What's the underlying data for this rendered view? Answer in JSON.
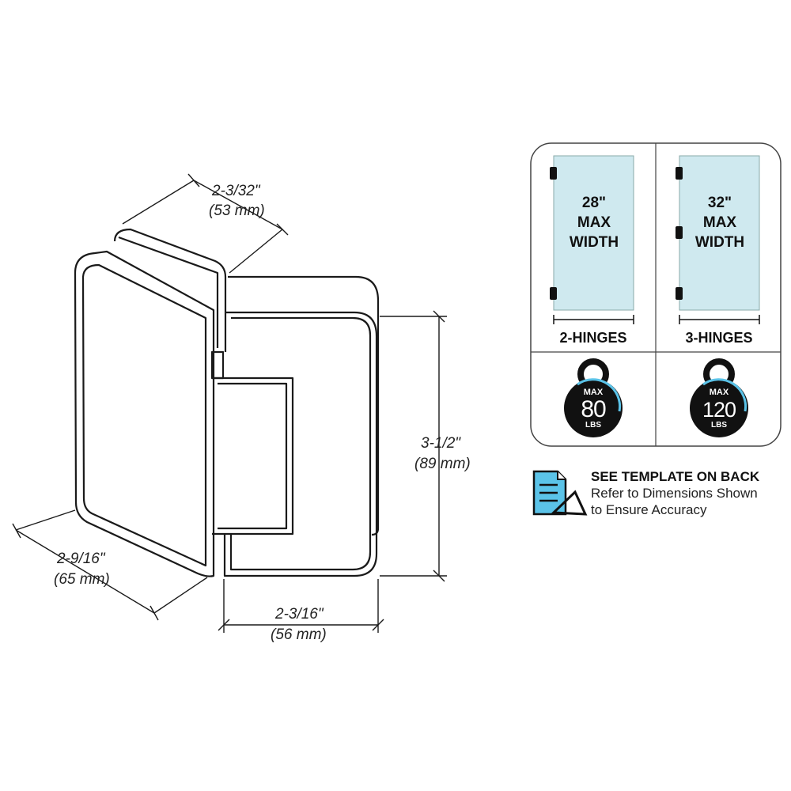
{
  "dimensions": {
    "depth": {
      "imperial": "2-3/32\"",
      "metric": "(53 mm)"
    },
    "height": {
      "imperial": "3-1/2\"",
      "metric": "(89 mm)"
    },
    "width_right": {
      "imperial": "2-3/16\"",
      "metric": "(56 mm)"
    },
    "width_left": {
      "imperial": "2-9/16\"",
      "metric": "(65 mm)"
    }
  },
  "panels": [
    {
      "size": "28\"",
      "line2": "MAX",
      "line3": "WIDTH",
      "hinges_label": "2-HINGES",
      "hinge_count": 2,
      "weight_top": "MAX",
      "weight_value": "80",
      "weight_unit": "LBS"
    },
    {
      "size": "32\"",
      "line2": "MAX",
      "line3": "WIDTH",
      "hinges_label": "3-HINGES",
      "hinge_count": 3,
      "weight_top": "MAX",
      "weight_value": "120",
      "weight_unit": "LBS"
    }
  ],
  "template_note": {
    "heading": "SEE TEMPLATE ON BACK",
    "line1": "Refer to Dimensions Shown",
    "line2": "to Ensure Accuracy"
  },
  "colors": {
    "glass": "#cfe9ef",
    "accent_blue": "#5bc3e8",
    "ink": "#1a1a1a"
  }
}
